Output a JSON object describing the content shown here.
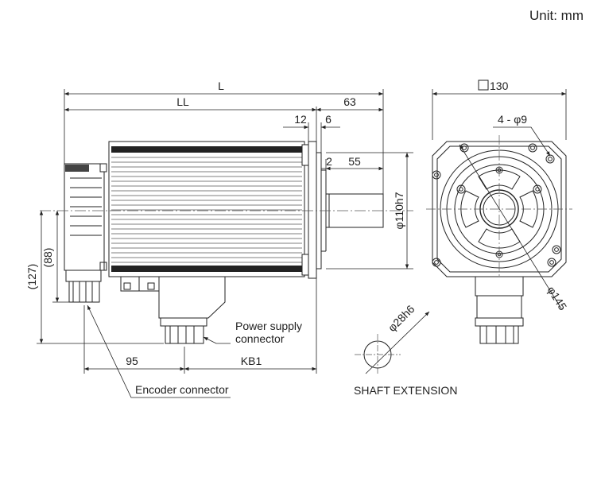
{
  "unit_label": "Unit: mm",
  "dimensions": {
    "L": "L",
    "LL": "LL",
    "d63": "63",
    "d12": "12",
    "d6": "6",
    "d2": "2",
    "d55": "55",
    "phi110h7": "φ110h7",
    "d127": "(127)",
    "d88": "(88)",
    "d95": "95",
    "KB1": "KB1",
    "square130": "130",
    "holes": "4 - φ9",
    "phi145": "φ145",
    "phi28h6": "φ28h6"
  },
  "labels": {
    "power_supply_line1": "Power supply",
    "power_supply_line2": "connector",
    "encoder_connector": "Encoder connector",
    "shaft_extension": "SHAFT EXTENSION"
  }
}
